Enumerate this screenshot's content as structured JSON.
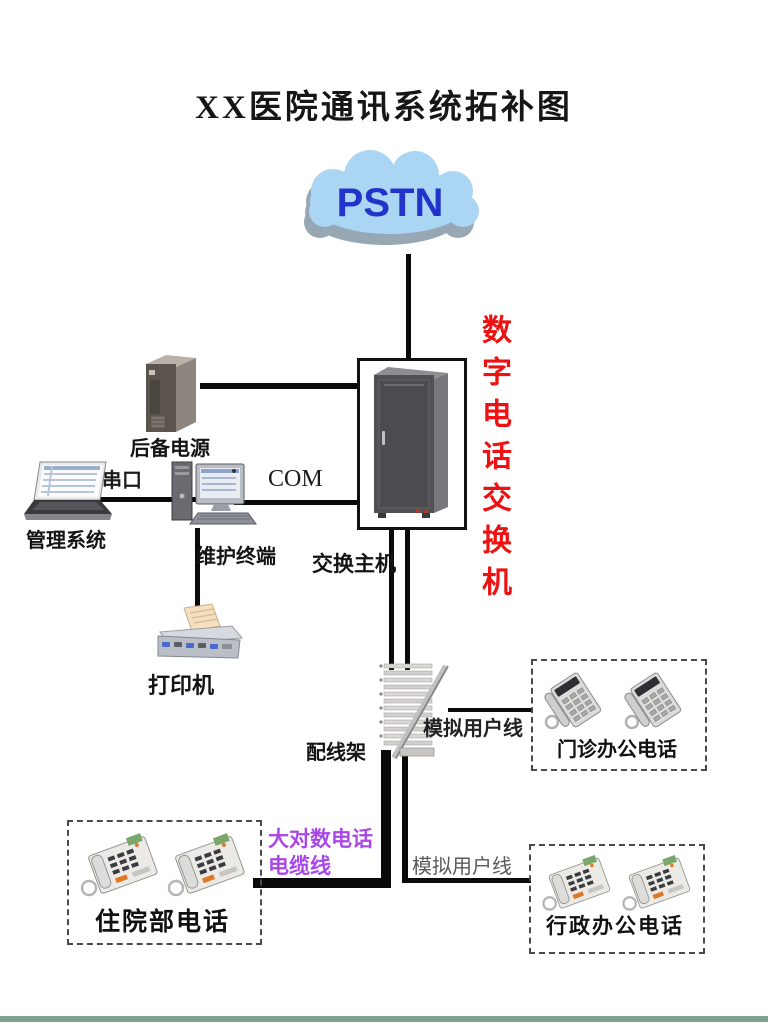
{
  "page": {
    "title": "XX医院通讯系统拓补图"
  },
  "cloud": {
    "label": "PSTN"
  },
  "devices": {
    "ups": "后备电源",
    "management": "管理系统",
    "maintenance": "维护终端",
    "printer": "打印机",
    "switch_host": "交换主机",
    "distribution_frame": "配线架"
  },
  "links": {
    "serial_port": "串口",
    "com_port": "COM",
    "analog_line_top": "模拟用户线",
    "analog_line_bottom": "模拟用户线",
    "trunk_cable": [
      "大对数电话",
      "电缆线"
    ]
  },
  "callout": {
    "text": "数字电话交换机",
    "color": "#ee1111"
  },
  "phone_groups": {
    "outpatient": "门诊办公电话",
    "inpatient": "住院部电话",
    "administrative": "行政办公电话"
  },
  "colors": {
    "callout_red": "#ee1111",
    "trunk_purple": "#a948e8",
    "cloud_fill": "#aad6f4",
    "cloud_shadow": "#97a7b4",
    "cloud_text_blue": "#2233cc",
    "connector_black": "#0a0a0a",
    "page_edge_strip": "#7fa390"
  }
}
